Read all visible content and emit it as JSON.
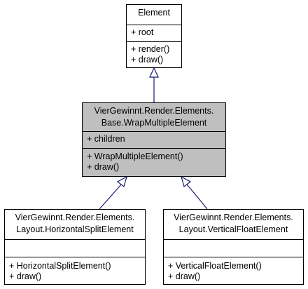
{
  "colors": {
    "edge": "#191970",
    "highlight_fill": "#bfbfbf",
    "border": "#000000"
  },
  "classes": {
    "element": {
      "name_lines": [
        "Element"
      ],
      "attributes": [
        "+ root"
      ],
      "operations": [
        "+ render()",
        "+ draw()"
      ]
    },
    "wrap_multiple": {
      "name_lines": [
        "VierGewinnt.Render.Elements.",
        "Base.WrapMultipleElement"
      ],
      "attributes": [
        "+ children"
      ],
      "operations": [
        "+ WrapMultipleElement()",
        "+ draw()"
      ]
    },
    "horizontal_split": {
      "name_lines": [
        "VierGewinnt.Render.Elements.",
        "Layout.HorizontalSplitElement"
      ],
      "attributes": [],
      "operations": [
        "+ HorizontalSplitElement()",
        "+ draw()"
      ]
    },
    "vertical_float": {
      "name_lines": [
        "VierGewinnt.Render.Elements.",
        "Layout.VerticalFloatElement"
      ],
      "attributes": [],
      "operations": [
        "+ VerticalFloatElement()",
        "+ draw()"
      ]
    }
  },
  "relations": [
    {
      "from": "wrap_multiple",
      "to": "element",
      "type": "inheritance"
    },
    {
      "from": "horizontal_split",
      "to": "wrap_multiple",
      "type": "inheritance"
    },
    {
      "from": "vertical_float",
      "to": "wrap_multiple",
      "type": "inheritance"
    }
  ]
}
